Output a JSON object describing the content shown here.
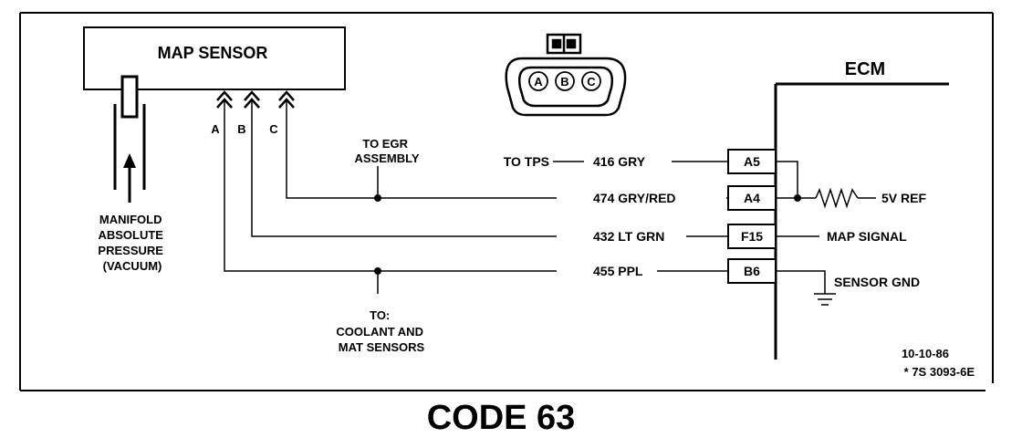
{
  "map_sensor": {
    "title": "MAP SENSOR",
    "pins": [
      "A",
      "B",
      "C"
    ]
  },
  "connector_pins": [
    "A",
    "B",
    "C"
  ],
  "vacuum_label": [
    "MANIFOLD",
    "ABSOLUTE",
    "PRESSURE",
    "(VACUUM)"
  ],
  "egr_label": [
    "TO EGR",
    "ASSEMBLY"
  ],
  "coolant_label": [
    "TO:",
    "COOLANT AND",
    "MAT SENSORS"
  ],
  "tps_label": "TO TPS",
  "ecm": {
    "title": "ECM"
  },
  "circuits": [
    {
      "wire": "416  GRY",
      "terminal": "A5"
    },
    {
      "wire": "474  GRY/RED",
      "terminal": "A4",
      "function": "5V REF"
    },
    {
      "wire": "432  LT GRN",
      "terminal": "F15",
      "function": "MAP SIGNAL"
    },
    {
      "wire": "455  PPL",
      "terminal": "B6",
      "function": "SENSOR GND"
    }
  ],
  "footer": {
    "date": "10-10-86",
    "ref": "* 7S 3093-6E"
  },
  "caption": "CODE 63"
}
